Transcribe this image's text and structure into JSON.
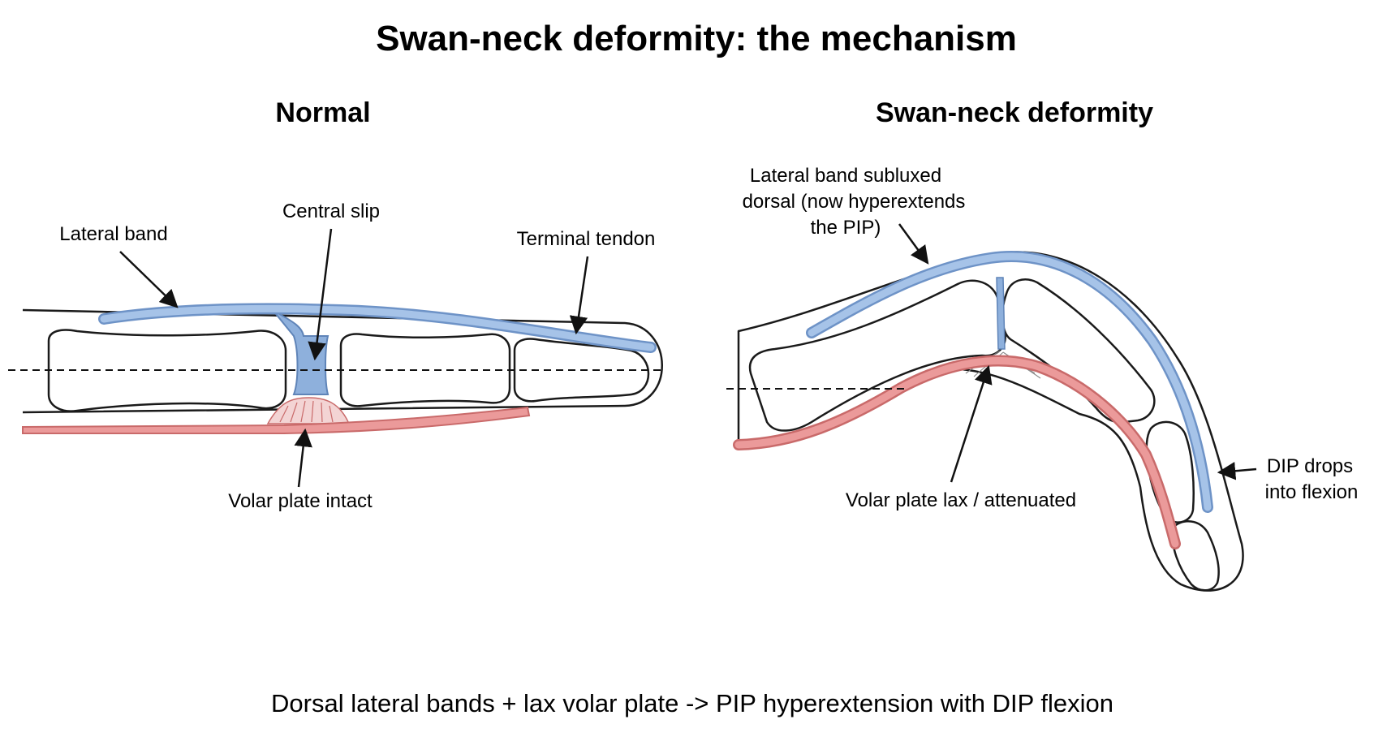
{
  "title": "Swan-neck deformity: the mechanism",
  "panels": {
    "normal": {
      "heading": "Normal",
      "labels": {
        "lateral_band": "Lateral band",
        "central_slip": "Central slip",
        "terminal_tendon": "Terminal tendon",
        "volar_plate": "Volar plate intact"
      }
    },
    "deformity": {
      "heading": "Swan-neck deformity",
      "labels": {
        "lateral_band_line1": "Lateral band subluxed",
        "lateral_band_line2": "dorsal (now hyperextends",
        "lateral_band_line3": "the PIP)",
        "volar_plate": "Volar plate lax / attenuated",
        "dip_line1": "DIP drops",
        "dip_line2": "into flexion"
      }
    }
  },
  "caption": "Dorsal lateral bands + lax volar plate -> PIP hyperextension with DIP flexion",
  "colors": {
    "extensor": "#9fbde4",
    "extensor_stroke": "#6e93c7",
    "flexor": "#eb9a9a",
    "flexor_stroke": "#c96a6a",
    "central_slip": "#8eb0dc"
  }
}
